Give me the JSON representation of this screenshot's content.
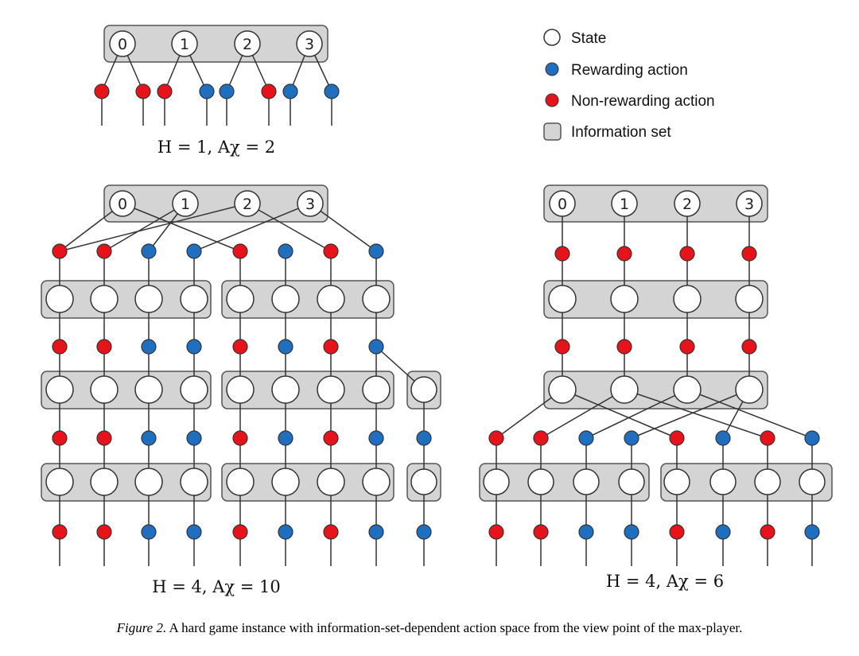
{
  "colors": {
    "rewarding": "#1f6fc1",
    "non_rewarding": "#e8131a",
    "info_set_fill": "#d4d4d4",
    "stroke": "#333333"
  },
  "legend": [
    {
      "kind": "state",
      "label": "State"
    },
    {
      "kind": "rewarding",
      "label": "Rewarding action"
    },
    {
      "kind": "non_rewarding",
      "label": "Non-rewarding action"
    },
    {
      "kind": "info_set",
      "label": "Information set"
    }
  ],
  "panels": [
    {
      "name": "top",
      "label": "H = 1, Aχ = 2",
      "root_states": [
        "0",
        "1",
        "2",
        "3"
      ],
      "action_rows": [
        [
          "N",
          "N",
          "N",
          "R",
          "R",
          "N",
          "R",
          "R"
        ]
      ],
      "state_rows": []
    },
    {
      "name": "bottom-left",
      "label": "H = 4, Aχ = 10",
      "root_states": [
        "0",
        "1",
        "2",
        "3"
      ],
      "action_rows": [
        [
          "N",
          "N",
          "R",
          "R",
          "N",
          "R",
          "N",
          "R"
        ],
        [
          "N",
          "N",
          "R",
          "R",
          "N",
          "R",
          "N",
          "R"
        ],
        [
          "N",
          "N",
          "R",
          "R",
          "N",
          "R",
          "N",
          "R",
          "R"
        ],
        [
          "N",
          "N",
          "R",
          "R",
          "N",
          "R",
          "N",
          "R",
          "R"
        ]
      ]
    },
    {
      "name": "bottom-right",
      "label": "H = 4, Aχ = 6",
      "root_states": [
        "0",
        "1",
        "2",
        "3"
      ],
      "action_rows": [
        [
          "N",
          "N",
          "N",
          "N"
        ],
        [
          "N",
          "N",
          "N",
          "N"
        ],
        [
          "N",
          "N",
          "R",
          "R",
          "N",
          "R",
          "N",
          "R"
        ],
        [
          "N",
          "N",
          "R",
          "R",
          "N",
          "R",
          "N",
          "R"
        ]
      ]
    }
  ],
  "caption": {
    "lead": "Figure 2.",
    "text": " A hard game instance with information-set-dependent action space from the view point of the max-player."
  }
}
